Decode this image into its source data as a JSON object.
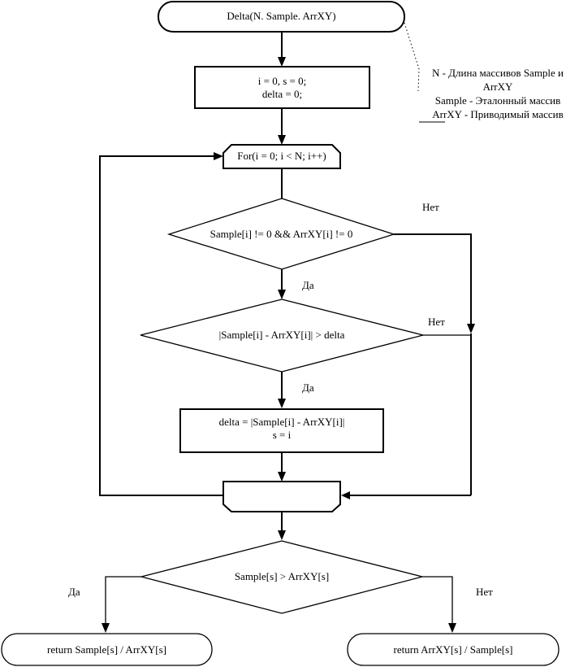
{
  "diagram": {
    "type": "flowchart",
    "start": {
      "label": "Delta(N. Sample. ArrXY)"
    },
    "init": {
      "lines": [
        "i = 0, s = 0;",
        "delta = 0;"
      ]
    },
    "loop_start": {
      "label": "For(i = 0; i < N; i++)"
    },
    "cond1": {
      "label": "Sample[i] != 0 && ArrXY[i] != 0",
      "yes": "Да",
      "no": "Нет"
    },
    "cond2": {
      "label": "|Sample[i] - ArrXY[i]| > delta",
      "yes": "Да",
      "no": "Нет"
    },
    "assign": {
      "lines": [
        "delta = |Sample[i] - ArrXY[i]|",
        "s = i"
      ]
    },
    "loop_end": {
      "label": ""
    },
    "cond3": {
      "label": "Sample[s] > ArrXY[s]",
      "yes": "Да",
      "no": "Нет"
    },
    "end_yes": {
      "label": "return Sample[s] / ArrXY[s]"
    },
    "end_no": {
      "label": "return ArrXY[s] / Sample[s]"
    },
    "comment": {
      "lines": [
        "N - Длина массивов Sample и",
        "ArrXY",
        "Sample - Эталонный массив",
        "ArrXY - Приводимый массив"
      ]
    }
  }
}
